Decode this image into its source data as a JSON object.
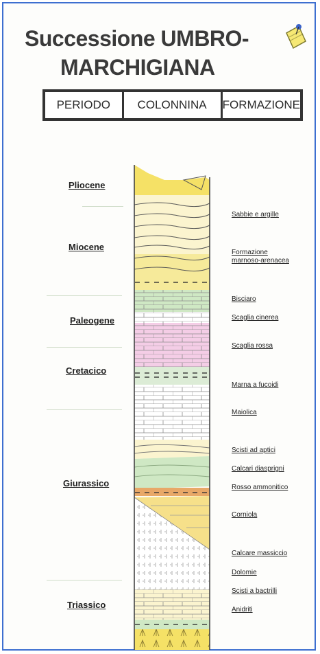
{
  "title": {
    "line1": "Successione UMBRO-",
    "line2": "MARCHIGIANA"
  },
  "header": {
    "periodo": "PERIODO",
    "colonnina": "COLONNINA",
    "formazione": "FORMAZIONE"
  },
  "periods": {
    "pliocene": "Pliocene",
    "miocene": "Miocene",
    "paleogene": "Paleogene",
    "cretacico": "Cretacico",
    "giurassico": "Giurassico",
    "triassico": "Triassico"
  },
  "formations": {
    "sabbie": "Sabbie e argille",
    "marnoso": "Formazione marnoso-arenacea",
    "bisciaro": "Bisciaro",
    "cinerea": "Scaglia cinerea",
    "rossa": "Scaglia rossa",
    "fucoidi": "Marna a fucoidi",
    "maiolica": "Maiolica",
    "aptici": "Scisti ad aptici",
    "diaspri": "Calcari diasprigni",
    "rosso": "Rosso ammonitico",
    "corniola": "Corniola",
    "massiccio": "Calcare massiccio",
    "dolomie": "Dolomie",
    "bactrilli": "Scisti a bactrilli",
    "anidriti": "Anidriti"
  },
  "colors": {
    "frame": "#3d6fd0",
    "yellow": "#f6ea9a",
    "cream": "#fbf4cf",
    "green": "#cfe8c4",
    "pink": "#f4cde6",
    "white": "#ffffff",
    "orange": "#e8a868"
  }
}
